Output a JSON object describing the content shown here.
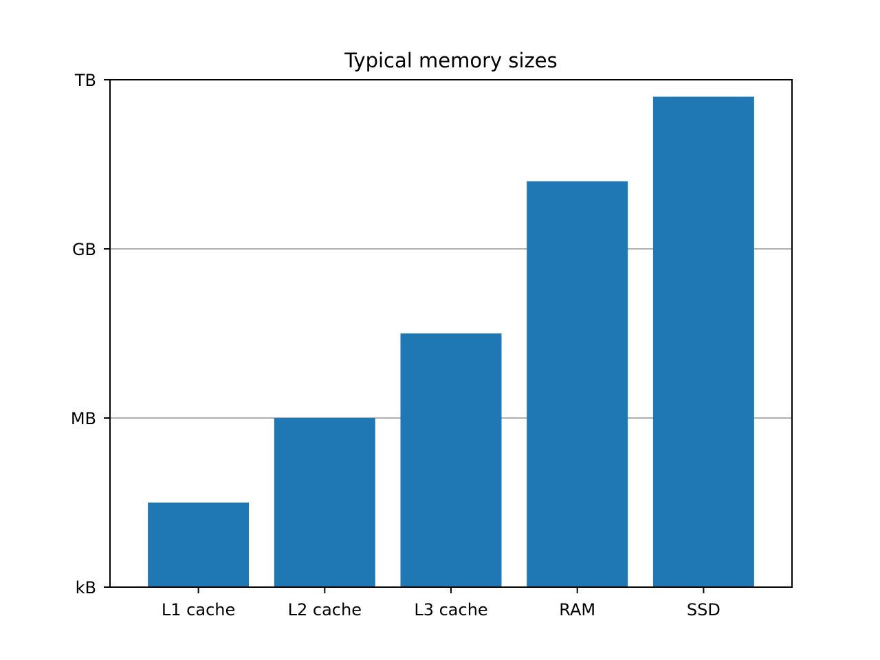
{
  "chart_data": {
    "type": "bar",
    "title": "Typical memory sizes",
    "xlabel": "",
    "ylabel": "",
    "categories": [
      "L1 cache",
      "L2 cache",
      "L3 cache",
      "RAM",
      "SSD"
    ],
    "values": [
      32768,
      1048576,
      33554432,
      17179869184,
      549755813888
    ],
    "yscale": "log",
    "ylim": [
      1024,
      1099511627776
    ],
    "yticks": [
      {
        "value": 1024,
        "label": "kB"
      },
      {
        "value": 1048576,
        "label": "MB"
      },
      {
        "value": 1073741824,
        "label": "GB"
      },
      {
        "value": 1099511627776,
        "label": "TB"
      }
    ],
    "grid": "y",
    "bar_color": "#1f77b4",
    "grid_color": "#b0b0b0"
  }
}
